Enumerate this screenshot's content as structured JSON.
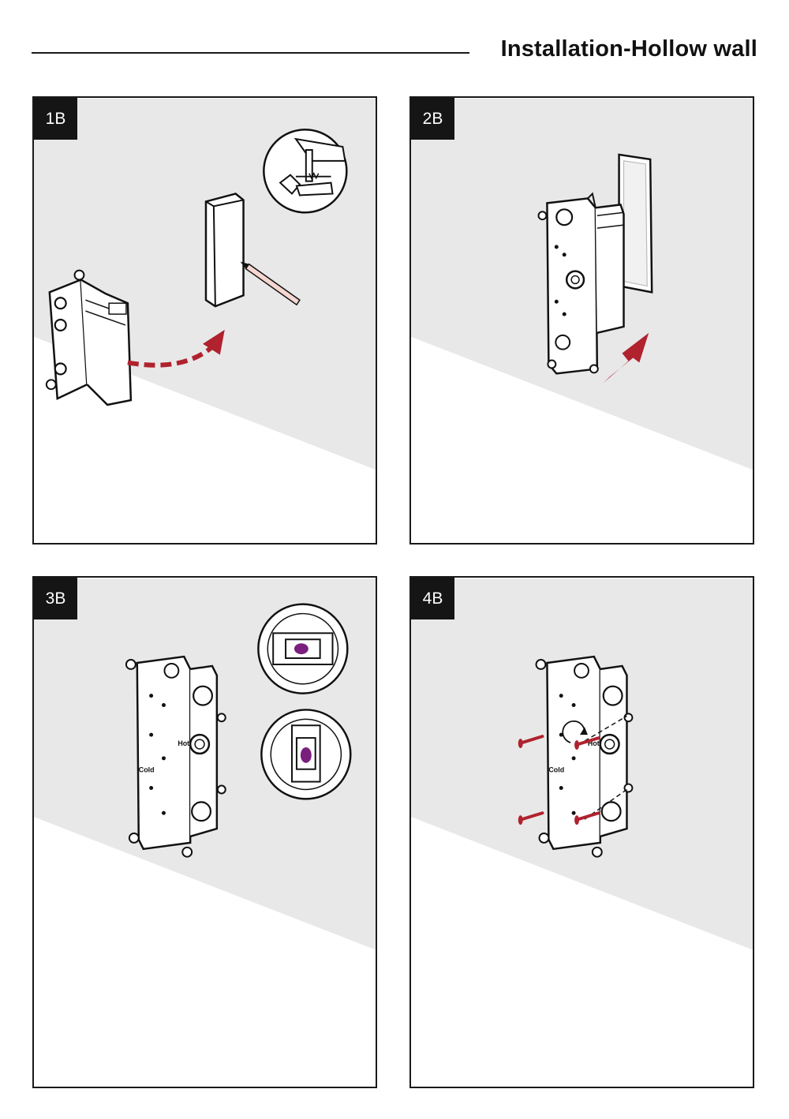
{
  "header": {
    "title": "Installation-Hollow wall"
  },
  "steps": [
    {
      "label": "1B"
    },
    {
      "label": "2B"
    },
    {
      "label": "3B"
    },
    {
      "label": "4B"
    }
  ],
  "box_labels": {
    "hot": "Hot",
    "cold": "Cold"
  },
  "colors": {
    "wall": "#e8e8e8",
    "accent": "#b0222e",
    "level_bubble": "#7a1f7e",
    "badge": "#151515"
  }
}
